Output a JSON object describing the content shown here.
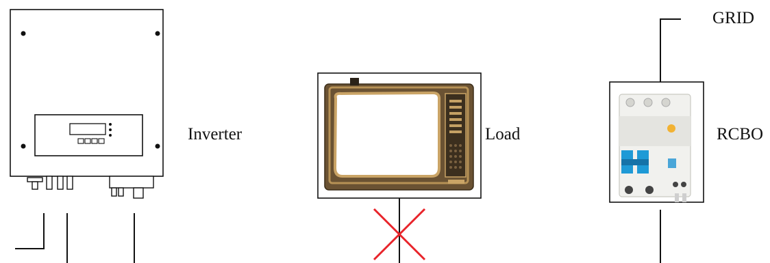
{
  "labels": {
    "inverter": "Inverter",
    "load": "Load",
    "rcbo": "RCBO",
    "grid": "GRID"
  },
  "icons": {
    "inverter": "inverter-unit-icon",
    "load": "tv-icon",
    "rcbo": "circuit-breaker-icon",
    "forbidden": "red-x-icon"
  },
  "colors": {
    "line": "#111111",
    "forbidden_mark": "#e8232a",
    "tv_frame": "#8a6a38",
    "breaker_toggle": "#1f9ad6"
  }
}
